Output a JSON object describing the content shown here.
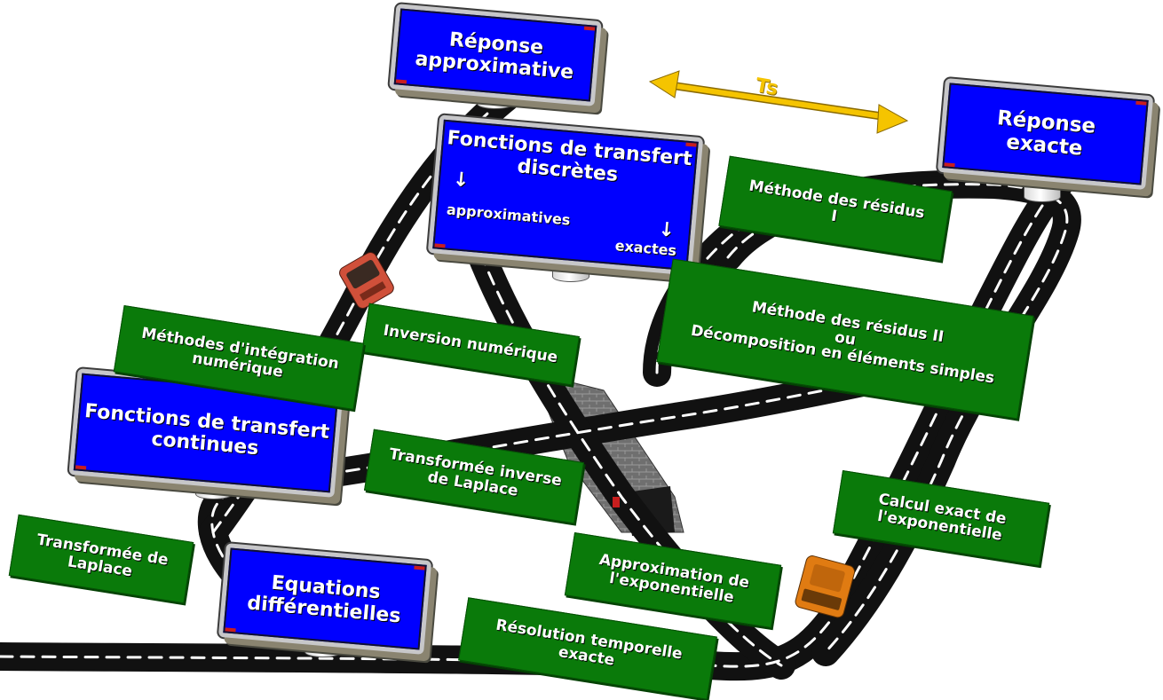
{
  "signs": {
    "reponse_approx": [
      "Réponse",
      "approximative"
    ],
    "reponse_exacte": [
      "Réponse",
      "exacte"
    ],
    "fonctions_discretes": {
      "line1": "Fonctions de transfert",
      "line2": "discrètes",
      "arrow": "↓",
      "left": "approximatives",
      "right": "exactes"
    },
    "fonctions_continues": [
      "Fonctions de transfert",
      "continues"
    ],
    "equations": [
      "Equations",
      "différentielles"
    ]
  },
  "labels": {
    "residus_1": [
      "Méthode des résidus",
      "I"
    ],
    "residus_2": [
      "Méthode des résidus II",
      "ou",
      "Décomposition en éléments simples"
    ],
    "inversion": [
      "Inversion numérique"
    ],
    "integration": [
      "Méthodes d'intégration",
      "numérique"
    ],
    "laplace_inverse": [
      "Transformée inverse",
      "de Laplace"
    ],
    "calcul_exact": [
      "Calcul exact de",
      "l'exponentielle"
    ],
    "laplace": [
      "Transformée de",
      "Laplace"
    ],
    "approximation": [
      "Approximation de",
      "l'exponentielle"
    ],
    "resolution": [
      "Résolution temporelle",
      "exacte"
    ]
  },
  "ts_label": "Ts",
  "colors": {
    "sign_blue": "#0000ff",
    "label_green": "#0a7a0a",
    "road": "#111111",
    "road_marking": "#ffffff",
    "arrow": "#f5c400",
    "car_left": "#d0503a",
    "car_right": "#e07b12"
  }
}
